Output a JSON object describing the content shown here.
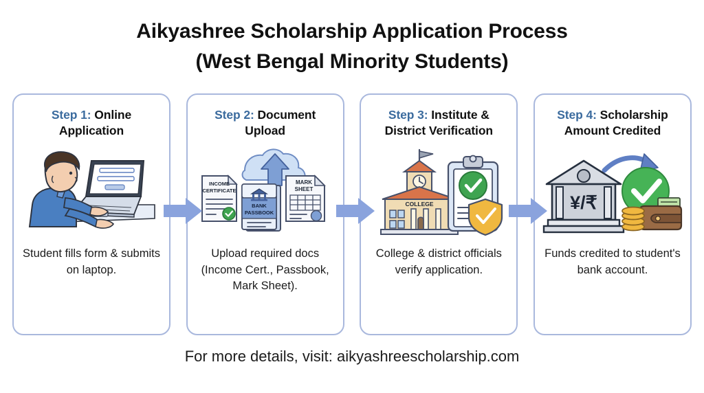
{
  "title": {
    "line1": "Aikyashree Scholarship Application Process",
    "line2": "(West Bengal Minority Students)"
  },
  "colors": {
    "step_label": "#3b6b9e",
    "card_border": "#a9b8dd",
    "arrow": "#8aa3dd",
    "accent_blue": "#4a6fbf",
    "check_green": "#3fa450",
    "shield_gold": "#f0b840",
    "background": "#ffffff"
  },
  "steps": [
    {
      "label": "Step 1:",
      "heading": "Online Application",
      "caption": "Student fills form & submits on laptop.",
      "art": "student-laptop-illustration",
      "art_labels": []
    },
    {
      "label": "Step 2:",
      "heading": "Document Upload",
      "caption": "Upload required docs (Income Cert., Passbook, Mark Sheet).",
      "art": "documents-cloud-upload-illustration",
      "art_labels": [
        "INCOME",
        "CERTIFICATE",
        "BANK",
        "PASSBOOK",
        "MARK",
        "SHEET"
      ]
    },
    {
      "label": "Step 3:",
      "heading": "Institute & District Verification",
      "caption": "College & district officials verify application.",
      "art": "college-clipboard-shield-illustration",
      "art_labels": [
        "COLLEGE"
      ]
    },
    {
      "label": "Step 4:",
      "heading": "Scholarship Amount Credited",
      "caption": "Funds credited to student's bank account.",
      "art": "bank-wallet-credited-illustration",
      "art_labels": [
        "¥/₹"
      ]
    }
  ],
  "connectors": [
    {
      "name": "arrow-step1-to-step2"
    },
    {
      "name": "arrow-step2-to-step3"
    },
    {
      "name": "arrow-step3-to-step4"
    }
  ],
  "footer": {
    "text": "For more details, visit: aikyashreescholarship.com"
  }
}
